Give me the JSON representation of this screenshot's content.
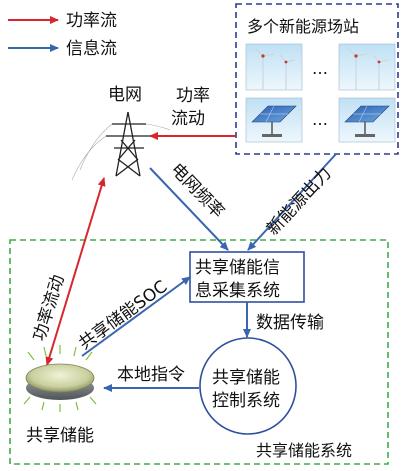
{
  "legend": {
    "power_flow": "功率流",
    "info_flow": "信息流",
    "power_color": "#d7262e",
    "info_color": "#3a66b0"
  },
  "nodes": {
    "grid": "电网",
    "sites_title": "多个新能源场站",
    "ellipsis": "…",
    "collect_line1": "共享储能信",
    "collect_line2": "息采集系统",
    "control_line1": "共享储能",
    "control_line2": "控制系统",
    "storage": "共享储能",
    "system": "共享储能系统"
  },
  "edges": {
    "power_from_sites_l1": "功率",
    "power_from_sites_l2": "流动",
    "grid_freq": "电网频率",
    "new_energy_output": "新能源出力",
    "power_to_storage": "功率流动",
    "storage_soc": "共享储能SOC",
    "data_transfer": "数据传输",
    "local_command": "本地指令"
  },
  "colors": {
    "dashed_green": "#3fae49",
    "dashed_navy": "#2e3d8f",
    "box_border": "#2f4fa0"
  }
}
